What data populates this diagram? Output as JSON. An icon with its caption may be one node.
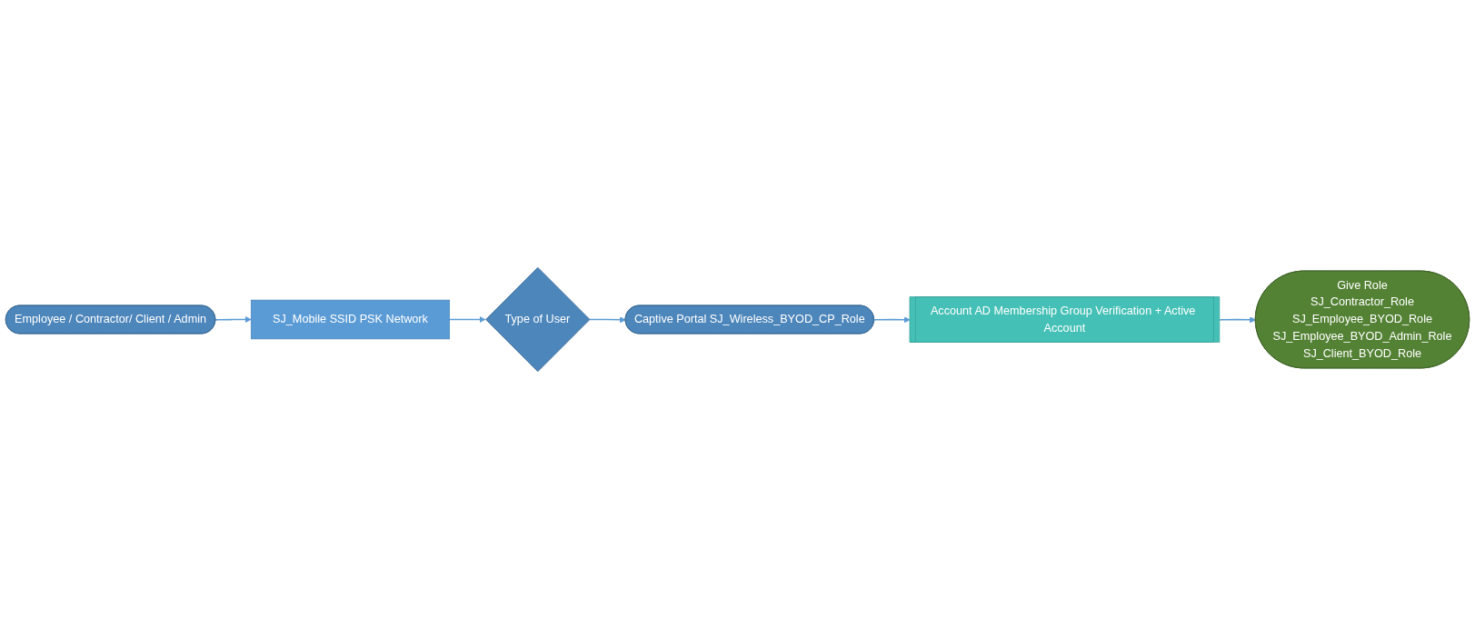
{
  "diagram": {
    "nodes": [
      {
        "text": [
          "Employee / Contractor/ Client / Admin"
        ]
      },
      {
        "text": [
          "SJ_Mobile SSID PSK Network"
        ]
      },
      {
        "text": [
          "Type of User"
        ]
      },
      {
        "text": [
          "Captive Portal SJ_Wireless_BYOD_CP_Role"
        ]
      },
      {
        "text": [
          "Account AD Membership Group Verification + Active Account"
        ]
      },
      {
        "text": [
          "Give Role",
          "SJ_Contractor_Role",
          "SJ_Employee_BYOD_Role",
          "SJ_Employee_BYOD_Admin_Role",
          "SJ_Client_BYOD_Role"
        ]
      }
    ],
    "edges": [
      {
        "from": 0,
        "to": 1,
        "arrow": "to"
      },
      {
        "from": 1,
        "to": 2,
        "arrow": "to"
      },
      {
        "from": 2,
        "to": 3,
        "arrow": "to"
      },
      {
        "from": 3,
        "to": 4,
        "arrow": "to"
      },
      {
        "from": 4,
        "to": 5,
        "arrow": "to"
      }
    ]
  }
}
